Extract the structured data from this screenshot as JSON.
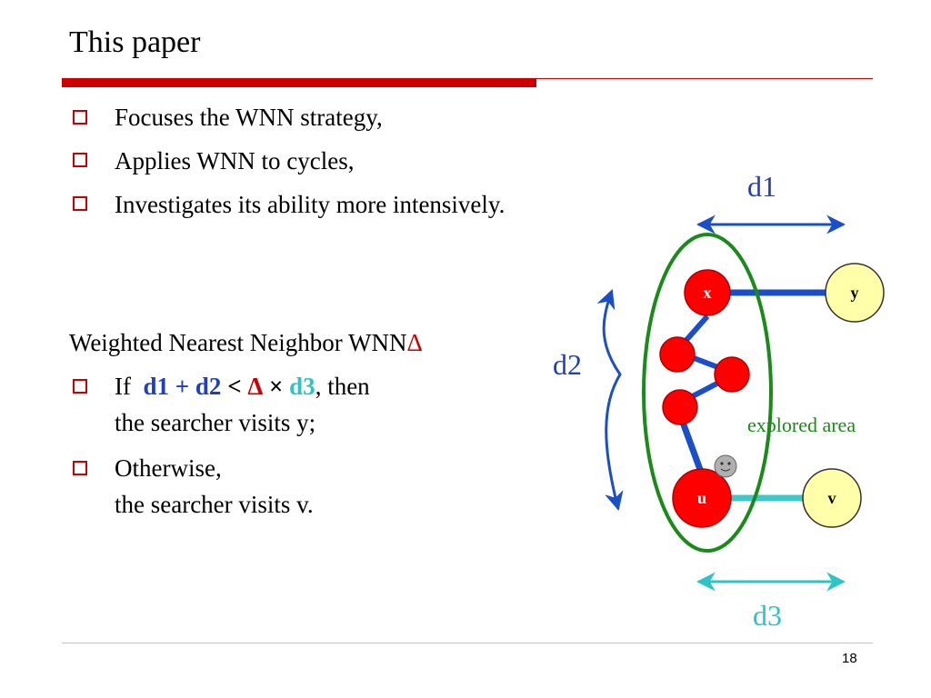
{
  "slide": {
    "title": "This paper",
    "page_number": "18"
  },
  "bullets_top": [
    "Focuses the WNN strategy,",
    "Applies WNN to cycles,",
    "Investigates its ability more intensively."
  ],
  "wnn": {
    "heading": "Weighted Nearest Neighbor WNN",
    "heading_delta": "Δ",
    "if_word": "If",
    "d1": "d1",
    "plus": "+",
    "d2": "d2",
    "lt": "<",
    "delta": "Δ",
    "times": "×",
    "d3": "d3",
    "then": ", then",
    "visit_y": "the searcher visits y;",
    "otherwise": "Otherwise,",
    "visit_v": "the searcher visits v."
  },
  "diagram": {
    "label_d1": "d1",
    "label_d2": "d2",
    "label_d3": "d3",
    "node_x": "x",
    "node_y": "y",
    "node_u": "u",
    "node_v": "v",
    "explored_label": "explored area",
    "colors": {
      "red_node": "#ff0000",
      "yellow_node": "#ffffaa",
      "blue_edge": "#1a4fc8",
      "cyan_edge": "#40c8c8",
      "green_ellipse": "#1a8a1a",
      "d1_d2_arrow": "#1a4fc8",
      "d3_arrow": "#2ec4c4"
    },
    "icons": {
      "searcher": "smiley-face-icon"
    }
  }
}
